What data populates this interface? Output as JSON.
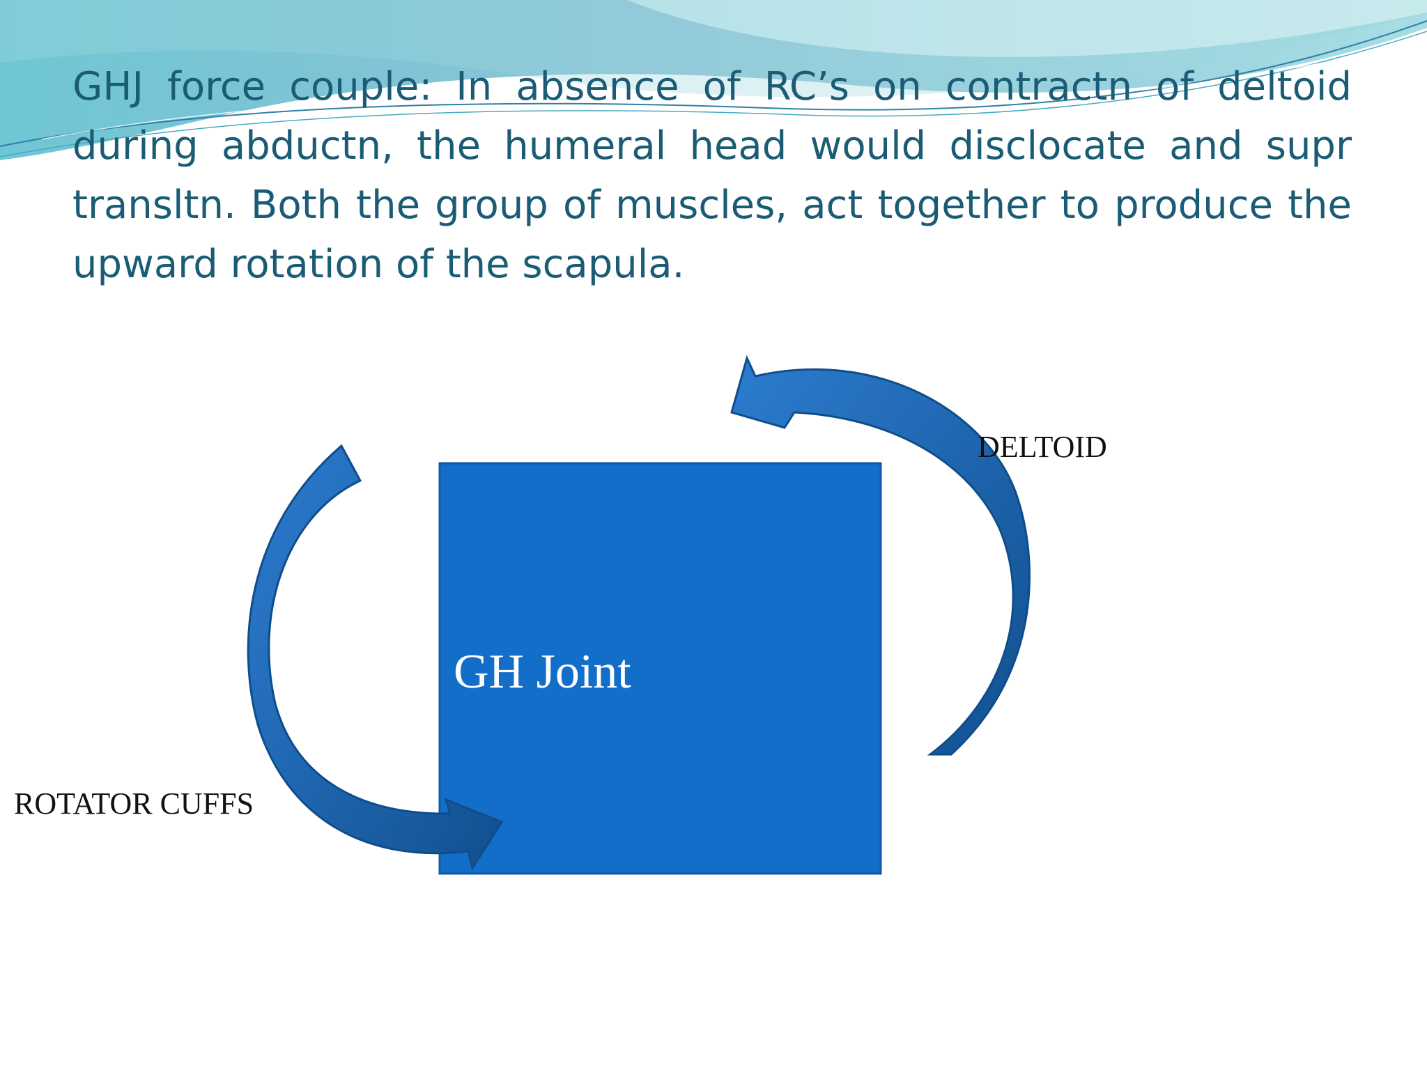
{
  "slide": {
    "body_text": "GHJ force couple: In absence of RC’s on contractn of deltoid during abductn, the humeral head would disclocate and supr transltn. Both the group of muscles, act together to produce the upward rotation of the scapula."
  },
  "diagram": {
    "box_label": "GH Joint",
    "deltoid_label": "DELTOID",
    "rotator_label": "ROTATOR CUFFS"
  },
  "colors": {
    "text_accent": "#1b5c75",
    "box_fill": "#136ec9",
    "arrow_fill": "#1a67b8",
    "wave_light": "#aee3e7",
    "wave_mid": "#8cc3d6"
  },
  "icons": {
    "deltoid_arrow": "curved-arrow-icon",
    "rotator_arrow": "curved-arrow-icon"
  }
}
